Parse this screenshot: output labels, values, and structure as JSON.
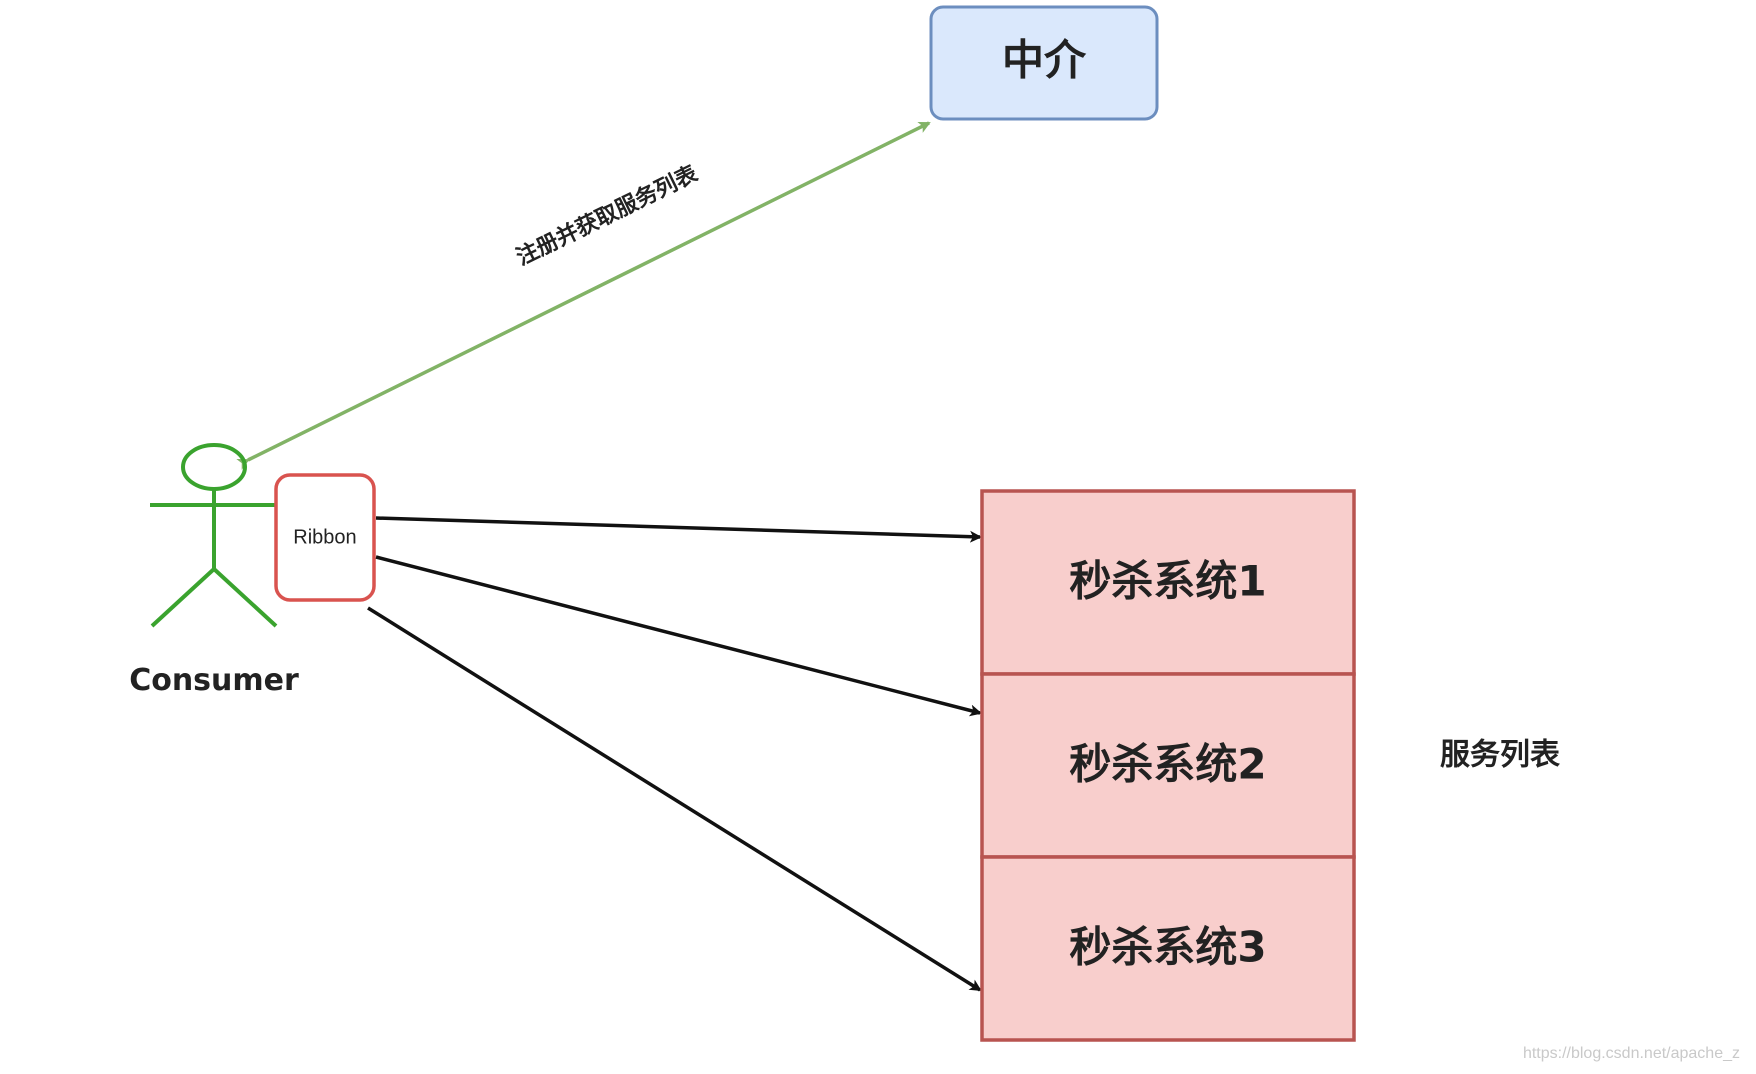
{
  "broker": {
    "label": "中介"
  },
  "edge_label": "注册并获取服务列表",
  "consumer": {
    "label": "Consumer"
  },
  "ribbon": {
    "label": "Ribbon"
  },
  "services": [
    {
      "label": "秒杀系统1"
    },
    {
      "label": "秒杀系统2"
    },
    {
      "label": "秒杀系统3"
    }
  ],
  "service_list_label": "服务列表",
  "watermark": "https://blog.csdn.net/apache_z",
  "colors": {
    "broker_fill": "#dae8fc",
    "broker_stroke": "#6c8ebf",
    "service_fill": "#f8cecc",
    "service_stroke": "#b85450",
    "ribbon_stroke": "#d9534f",
    "actor": "#3aa32e",
    "green_edge": "#82b366",
    "arrow": "#111111"
  }
}
